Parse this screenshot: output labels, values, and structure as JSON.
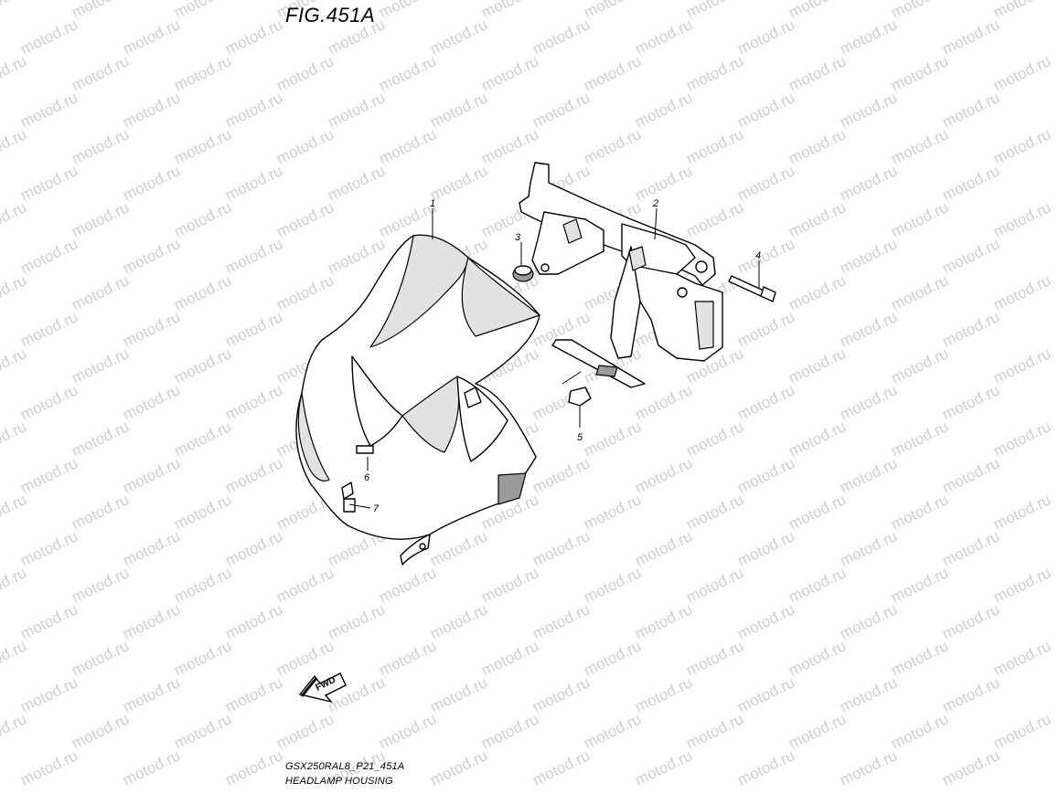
{
  "figure": {
    "title": "FIG.451A",
    "footer_code": "GSX250RAL8_P21_451A",
    "footer_name": "HEADLAMP HOUSING",
    "watermark": "motod.ru",
    "fwd_label": "FWD"
  },
  "parts": [
    {
      "id": "part-1",
      "label": "1"
    },
    {
      "id": "part-2",
      "label": "2"
    },
    {
      "id": "part-3",
      "label": "3"
    },
    {
      "id": "part-4",
      "label": "4"
    },
    {
      "id": "part-5",
      "label": "5"
    },
    {
      "id": "part-6",
      "label": "6"
    },
    {
      "id": "part-7",
      "label": "7"
    }
  ]
}
